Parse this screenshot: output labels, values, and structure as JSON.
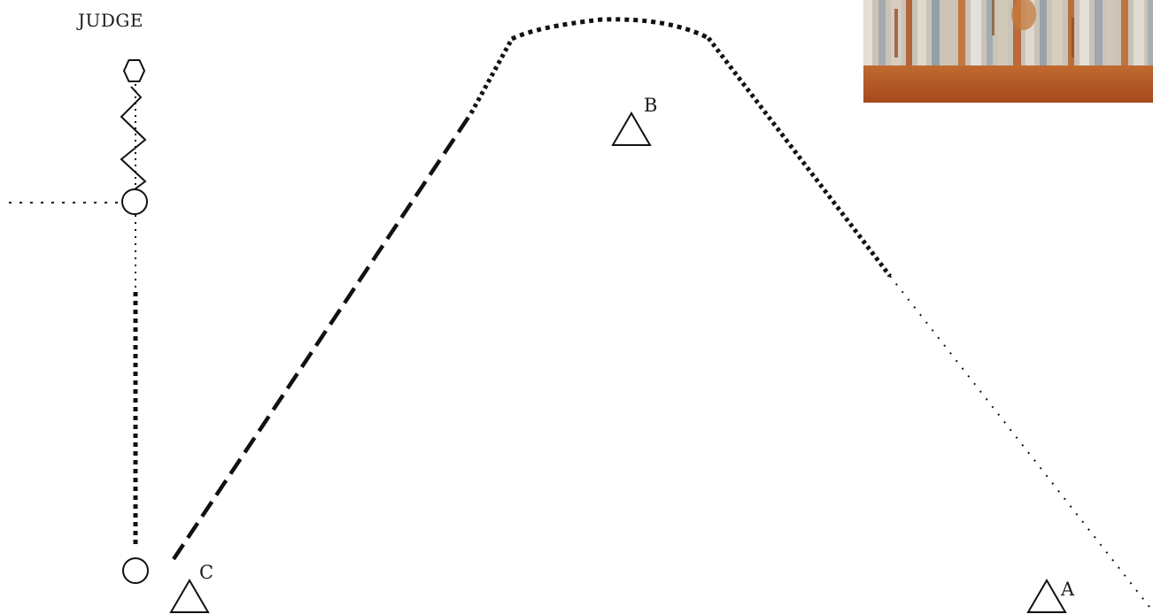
{
  "diagram": {
    "judge_label": "JUDGE",
    "markers": [
      {
        "id": "A",
        "label": "A"
      },
      {
        "id": "B",
        "label": "B"
      },
      {
        "id": "C",
        "label": "C"
      }
    ],
    "photo": {
      "description_icon": "corrugated-metal-photo",
      "colors": [
        "#d9d3c9",
        "#b7602c",
        "#8a9aa8"
      ]
    }
  }
}
